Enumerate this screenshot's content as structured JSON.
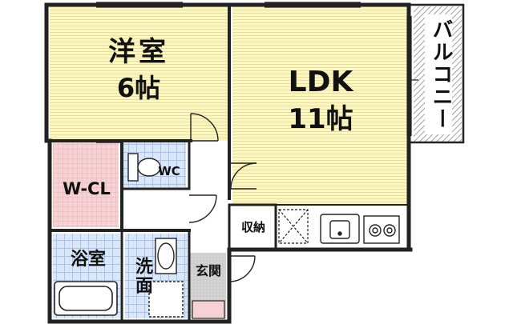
{
  "rooms": {
    "western": {
      "name": "洋室",
      "size": "6帖"
    },
    "ldk": {
      "name": "LDK",
      "size": "11帖"
    },
    "balcony": {
      "name": "バルコニー"
    },
    "wcl": {
      "name": "W-CL"
    },
    "wc": {
      "name": "WC"
    },
    "storage": {
      "name": "収納"
    },
    "bath": {
      "name": "浴室"
    },
    "washroom": {
      "name": "洗面"
    },
    "entrance": {
      "name": "玄関"
    }
  },
  "colors": {
    "wall": "#222222",
    "yellow_floor": "#fbf6c2",
    "stripe": "#e8e098",
    "pink_room": "#f6d2d4",
    "blue_tile": "#d9e7f8",
    "blue_grid": "#a9c4ea",
    "balcony_hatch": "#8a8a8a",
    "entrance_floor": "#c9c9c9"
  },
  "icons": [
    "toilet-icon",
    "sink-icon",
    "bathtub-icon",
    "washing-machine-icon",
    "stove-icon",
    "refrigerator-space-icon",
    "door-swing-icon"
  ]
}
